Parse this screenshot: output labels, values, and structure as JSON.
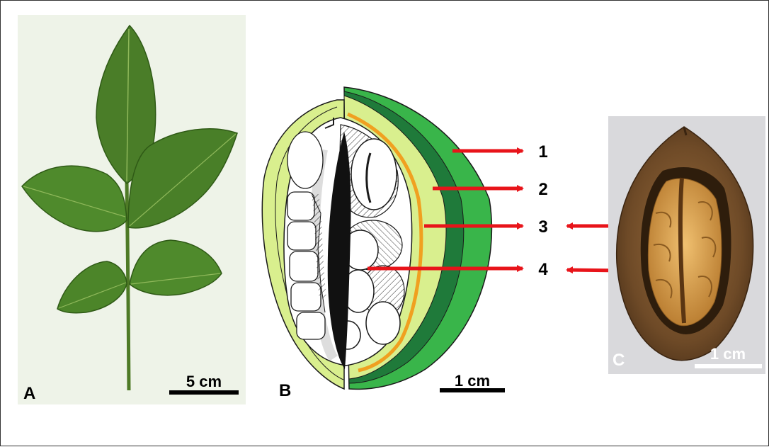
{
  "panels": {
    "a": {
      "letter": "A",
      "scale_label": "5 cm"
    },
    "b": {
      "letter": "B",
      "scale_label": "1 cm"
    },
    "c": {
      "letter": "C",
      "scale_label": "1 cm"
    }
  },
  "callouts": [
    "1",
    "2",
    "3",
    "4"
  ],
  "colors": {
    "arrow": "#e8141a",
    "outer_husk": "#39b54a",
    "mid_husk": "#1f7a3a",
    "inner_husk": "#d9ef8e",
    "shell": "#f0a020",
    "leaf_light": "#6f9c3a",
    "leaf_dark": "#3e6a1f",
    "photo_bg": "#eef3e8",
    "nut_shell": "#7a5430",
    "kernel": "#d49a45"
  }
}
